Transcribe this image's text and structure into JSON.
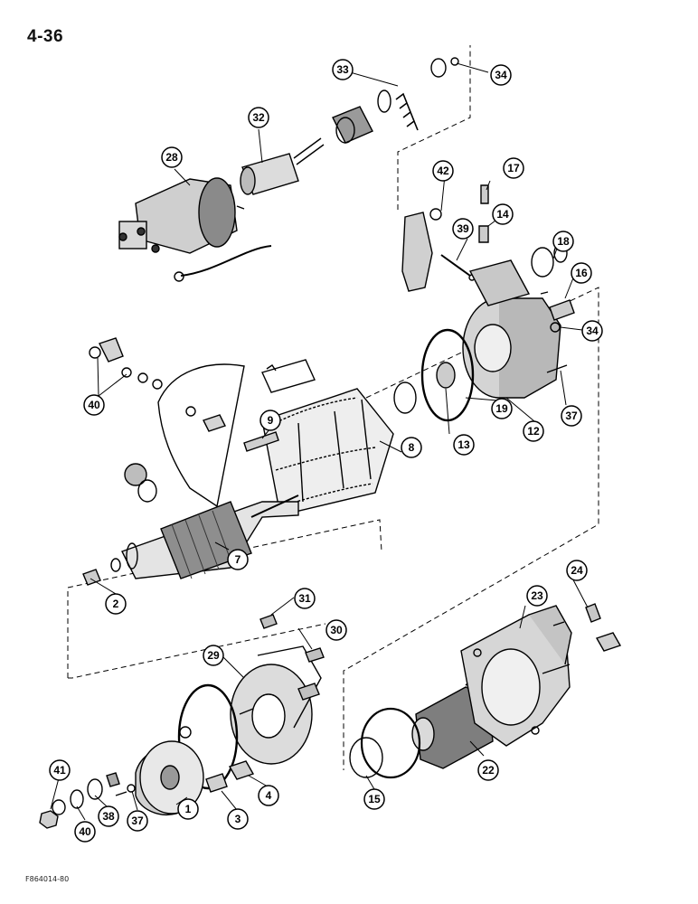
{
  "page": {
    "number": "4-36",
    "figure_code": "F864014-80"
  },
  "callouts": [
    "1",
    "2",
    "3",
    "4",
    "7",
    "8",
    "9",
    "12",
    "13",
    "14",
    "15",
    "16",
    "17",
    "18",
    "19",
    "22",
    "23",
    "24",
    "28",
    "29",
    "30",
    "31",
    "32",
    "33",
    "34",
    "34",
    "37",
    "37",
    "38",
    "39",
    "40",
    "40",
    "41",
    "42"
  ],
  "colors": {
    "ink": "#000000",
    "paper": "#ffffff",
    "shade": "#6a6a6a"
  }
}
